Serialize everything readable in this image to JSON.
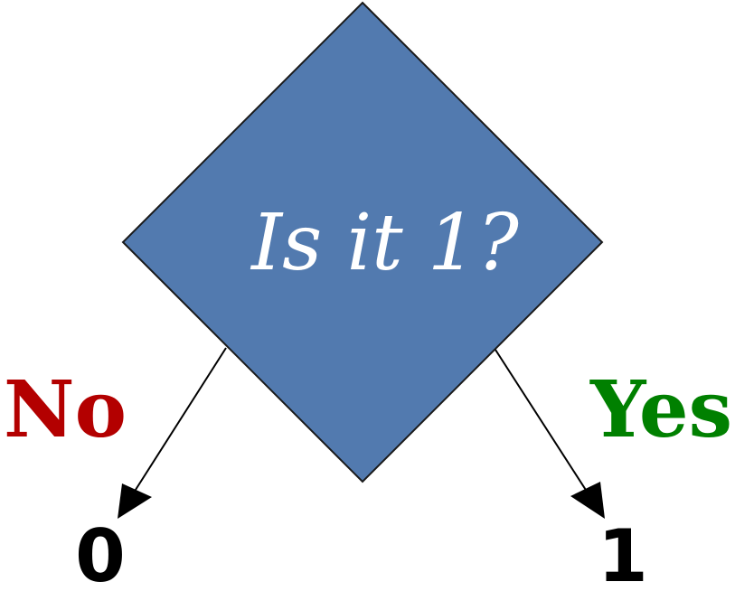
{
  "decision": {
    "question": "Is it 1?",
    "fill_color": "#527aaf",
    "stroke_color": "#1a1a1a"
  },
  "branches": {
    "no": {
      "label": "No",
      "color": "#b30000",
      "outcome": "0"
    },
    "yes": {
      "label": "Yes",
      "color": "#008000",
      "outcome": "1"
    }
  }
}
